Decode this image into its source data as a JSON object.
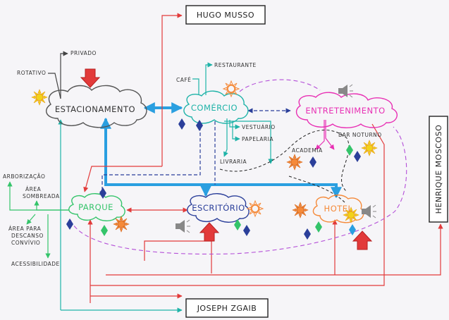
{
  "people": {
    "top": "HUGO MUSSO",
    "bottom": "JOSEPH ZGAIB",
    "right": "HENRIQUE MOSCOSO"
  },
  "nodes": {
    "estacionamento": "ESTACIONAMENTO",
    "comercio": "COMÉRCIO",
    "entretenimento": "ENTRETENIMENTO",
    "parque": "PARQUE",
    "escritorio": "ESCRITÓRIO",
    "hotel": "HOTEL"
  },
  "labels": {
    "privado": "PRIVADO",
    "rotativo": "ROTATIVO",
    "cafe": "CAFÉ",
    "restaurante": "RESTAURANTE",
    "vestuario": "VESTUÁRIO",
    "papelaria": "PAPELARIA",
    "livraria": "LIVRARIA",
    "bar_noturno": "BAR NOTURNO",
    "academia": "ACADEMIA",
    "arborizacao": "ARBORIZAÇÃO",
    "area_sombreada_1": "ÁREA",
    "area_sombreada_2": "SOMBREADA",
    "area_descanso_1": "ÁREA PARA",
    "area_descanso_2": "DESCANSO",
    "area_descanso_3": "CONVÍVIO",
    "acessibilidade": "ACESSIBILIDADE"
  },
  "colors": {
    "red": "#e23a3a",
    "teal": "#1fb3a8",
    "blue": "#2a9fe0",
    "navy": "#2b3f9a",
    "green": "#34c46a",
    "pink": "#e830b4",
    "purple": "#b44fd8",
    "orange": "#f58a3a",
    "yellow": "#f2d21a"
  }
}
